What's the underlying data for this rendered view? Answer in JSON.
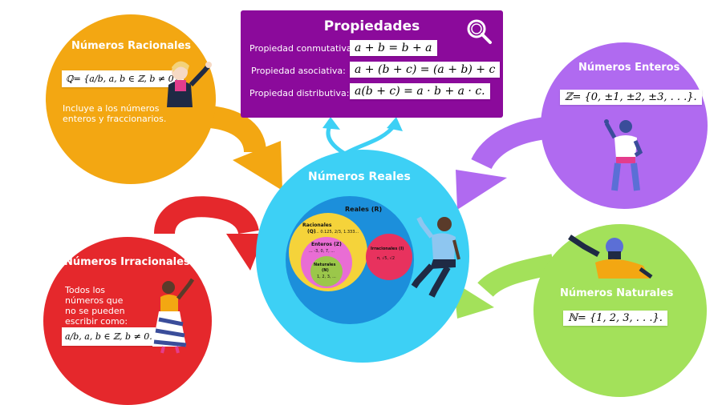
{
  "propiedades": {
    "title": "Propiedades",
    "icon": "search-icon",
    "rows": [
      {
        "label": "Propiedad conmutativa:",
        "formula": "a + b = b + a"
      },
      {
        "label": "Propiedad asociativa:",
        "formula": "a + (b + c) = (a + b) + c"
      },
      {
        "label": "Propiedad distributiva:",
        "formula": "a(b + c) = a · b + a · c."
      }
    ]
  },
  "racionales": {
    "title": "Números Racionales",
    "formula_prefix": "ℚ=",
    "formula": "{a/b, a, b ∈ ℤ, b ≠ 0}",
    "description": "Incluye a los números enteros y fraccionarios."
  },
  "enteros": {
    "title": "Números Enteros",
    "formula": "ℤ= {0, ±1, ±2, ±3, . . .}."
  },
  "irracionales": {
    "title": "Números Irracionales",
    "description": "Todos los números que no se pueden escribir como:",
    "formula": "a/b, a, b ∈ ℤ, b ≠ 0."
  },
  "naturales": {
    "title": "Números Naturales",
    "formula": "ℕ= {1,  2,  3, . . .}."
  },
  "reales": {
    "title": "Números Reales",
    "diagram_title": "Reales (R)",
    "racionales_label": "Racionales",
    "racionales_symbol": "(Q)",
    "racionales_examples": "... 0.125, 2/3, 1.333...",
    "enteros_label": "Enteros (Z)",
    "enteros_examples": "... -3, 0, 7, ...",
    "naturales_label": "Naturales",
    "naturales_symbol": "(N)",
    "naturales_examples": "1, 2, 3, ...",
    "irracionales_label": "Irracionales (I)",
    "irracionales_examples": "π, √5, √2"
  },
  "colors": {
    "orange": "#F3A712",
    "purple": "#8B0A9B",
    "violet": "#B06AF0",
    "red": "#E5282C",
    "green": "#A3E15A",
    "cyan": "#3DD0F5",
    "blue": "#1C8FDB"
  }
}
